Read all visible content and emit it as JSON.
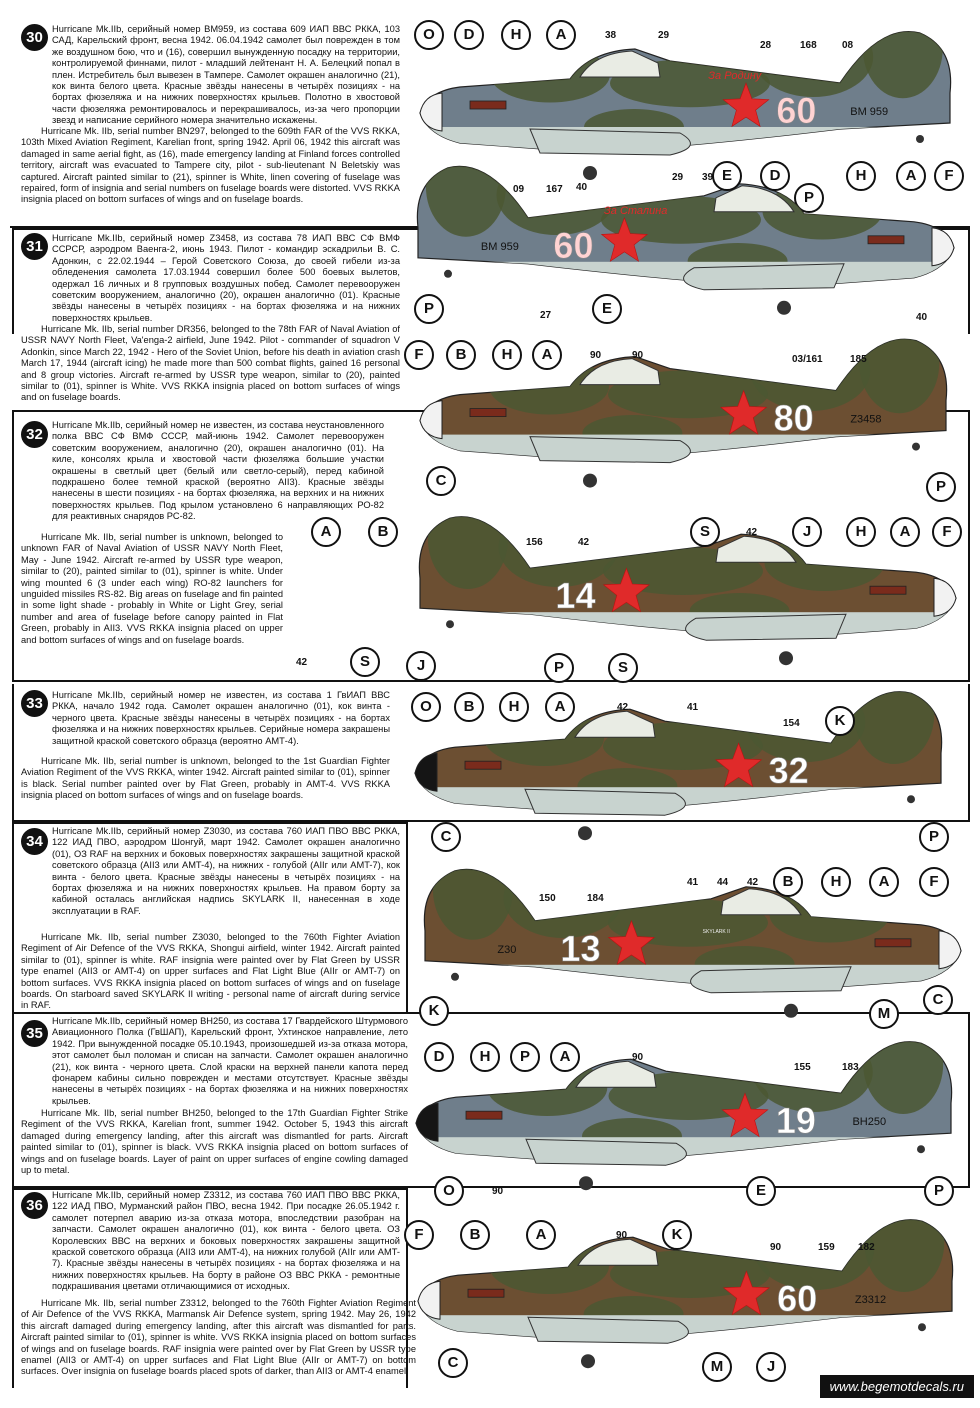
{
  "site_url": "www.begemotdecals.ru",
  "entries": [
    {
      "number": "30",
      "ru": "Hurricane Mk.IIb, серийный номер BM959, из состава 609 ИАП ВВС РККА, 103 САД, Карельский фронт, весна 1942. 06.04.1942 самолет был поврежден в том же воздушном бою, что и (16), совершил вынужденную посадку на территории, контролируемой финнами, пилот - младший лейтенант Н. А. Белецкий попал в плен. Истребитель был вывезен в Тампере. Самолет окрашен аналогично (21), кок винта белого цвета. Красные звёзды нанесены в четырёх позициях - на бортах фюзеляжа и на нижних поверхностях крыльев. Полотно в хвостовой части фюзеляжа ремонтировалось и перекрашивалось, из-за чего пропорции звезд и написание серийного номера значительно искажены.",
      "en": "Hurricane Mk. IIb, serial number BN297, belonged to the 609th FAR of the VVS RKKA, 103th Mixed Aviation Regiment, Karelian front, spring 1942. April 06, 1942 this aircraft was damaged in same aerial fight, as (16), made emergency landing at Finland forces controlled territory, aircraft was evacuated to Tampere city, pilot - sub-lieutenant N Beletskiy was captured. Aircraft painted similar to (21), spinner is White, linen covering of fuselage was repaired, form of insignia and serial numbers on fuselage boards were distorted. VVS RKKA insignia placed on bottom surfaces of wings and on fuselage boards."
    },
    {
      "number": "31",
      "ru": "Hurricane Mk.IIb, серийный номер Z3458, из состава 78 ИАП ВВС СФ ВМФ ССРСР, аэродром Ваенга-2, июнь 1943. Пилот - командир эскадрильи В. С. Адонкин, с 22.02.1944 – Герой Советского Союза, до своей гибели из-за обледенения самолета 17.03.1944 совершил более 500 боевых вылетов, одержал 16 личных и 8 групповых воздушных побед. Самолет перевооружен советским вооружением, аналогично (20), окрашен аналогично (01). Красные звёзды нанесены в четырёх позициях - на бортах фюзеляжа и на нижних поверхностях крыльев.",
      "en": "Hurricane Mk. IIb, serial number DR356, belonged to the 78th FAR of Naval Aviation of USSR NAVY North Fleet, Va'enga-2 airfield, June 1942. Pilot - commander of squadron V Adonkin, since March 22, 1942 - Hero of the Soviet Union, before his death in aviation crash March 17, 1944 (aircraft icing) he made more than 500 combat flights, gained 16 personal and 8 group victories. Aircraft re-armed by USSR type weapon, similar to (20), painted similar to (01), spinner is White. VVS RKKA insignia placed on bottom surfaces of wings and on fuselage boards."
    },
    {
      "number": "32",
      "ru": "Hurricane Mk.IIb, серийный номер не известен, из состава неустановленного полка ВВС СФ ВМФ СССР, май-июнь 1942. Самолет перевооружен советским вооружением, аналогично (20), окрашен аналогично (01). На киле, консолях крыла и хвостовой части фюзеляжа большие участки окрашены в светлый цвет (белый или светло-серый), перед кабиной подкрашено более темной краской (вероятно AII3). Красные звёзды нанесены в шести позициях - на бортах фюзеляжа, на верхних и на нижних поверхностях крыльев. Под крылом установлено 6 направляющих РО-82 для реактивных снарядов РС-82.",
      "en": "Hurricane Mk. IIb, serial number is unknown, belonged to unknown FAR of Naval Aviation of USSR NAVY North Fleet, May - June 1942. Aircraft re-armed by USSR type weapon, similar to (20), painted similar to (01), spinner is white. Under wing mounted 6 (3 under each wing) RO-82 launchers for unguided missiles RS-82. Big areas on fuselage and fin painted in some light shade - probably in White or Light Grey, serial number and area of fuselage before canopy painted in Flat Green, probably in AII3. VVS RKKA insignia placed on upper and bottom surfaces of wings and on fuselage boards."
    },
    {
      "number": "33",
      "ru": "Hurricane Mk.IIb, серийный номер не известен, из состава 1 ГвИАП ВВС РККА, начало 1942 года. Самолет окрашен аналогично (01), кок винта - черного цвета. Красные звёзды нанесены в четырёх позициях - на бортах фюзеляжа и на нижних поверхностях крыльев. Серийные номера закрашены защитной краской советского образца (вероятно АМТ-4).",
      "en": "Hurricane Mk. IIb, serial number is unknown, belonged to the 1st Guardian Fighter Aviation Regiment of the VVS RKKA, winter 1942. Aircraft painted similar to (01), spinner is black. Serial number painted over by Flat Green, probably in AMT-4. VVS RKKA insignia placed on bottom surfaces of wings and on fuselage boards."
    },
    {
      "number": "34",
      "ru": "Hurricane Mk.IIb, серийный номер Z3030, из состава 760 ИАП ПВО ВВС РККА, 122 ИАД ПВО, аэродром Шонгуй, март 1942. Самолет окрашен аналогично (01), ОЗ RAF на верхних и боковых поверхностях закрашены защитной краской советского образца (AII3 или AMT-4), на нижних - голубой (AIIг или AMT-7), кок винта - белого цвета. Красные звёзды нанесены в четырёх позициях - на бортах фюзеляжа и на нижних поверхностях крыльев. На правом борту за кабиной осталась английская надпись SKYLARK II, нанесенная в ходе эксплуатации в RAF.",
      "en": "Hurricane Mk. IIb, serial number Z3030, belonged to the 760th Fighter Aviation Regiment of Air Defence of the VVS RKKA, Shongui airfield, winter 1942. Aircraft painted similar to (01), spinner is white. RAF insignia were painted over by Flat Green by USSR type enamel (AII3 or AMT-4) on upper surfaces and Flat Light Blue (AIIr or AMT-7) on bottom surfaces. VVS RKKA insignia placed on bottom surfaces of wings and on fuselage boards. On starboard saved SKYLARK II writing - personal name of aircraft during service in RAF."
    },
    {
      "number": "35",
      "ru": "Hurricane Mk.IIb, серийный номер BH250, из состава 17 Гвардейского Штурмового Авиационного Полка (ГвШАП), Карельский фронт, Ухтинское направление, лето 1942. При вынужденной посадке 05.10.1943, произошедшей из-за отказа мотора, этот самолет был поломан и списан на запчасти. Самолет окрашен аналогично (21), кок винта - черного цвета. Слой краски на верхней панели капота перед фонарем кабины сильно поврежден и местами отсутствует. Красные звёзды нанесены в четырёх позициях - на бортах фюзеляжа и на нижних поверхностях крыльев.",
      "en": "Hurricane Mk. IIb, serial number BH250, belonged to the 17th Guardian Fighter Strike Regiment of the VVS RKKA, Karelian front, summer 1942. October 5, 1943 this aircraft damaged during emergency landing, after this aircraft was dismantled for parts. Aircraft painted similar to (01), spinner is black. VVS RKKA insignia placed on bottom surfaces of wings and on fuselage boards. Layer of paint on upper surfaces of engine cowling damaged up to metal."
    },
    {
      "number": "36",
      "ru": "Hurricane Mk.IIb, серийный номер Z3312, из состава 760 ИАП ПВО ВВС РККА, 122 ИАД ПВО, Мурманский район ПВО, весна 1942. При посадке 26.05.1942 г. самолет потерпел аварию из-за отказа мотора, впоследствии разобран на запчасти. Самолет окрашен аналогично (01), кок винта - белого цвета. ОЗ Королевских ВВС на верхних и боковых поверхностях закрашены защитной краской советского образца (AII3 или AMT-4), на нижних голубой (AIIг или AMT-7). Красные звёзды нанесены в четырёх позициях - на бортах фюзеляжа и на нижних поверхностях крыльев. На борту в районе ОЗ ВВС РККА - ремонтные подкрашивания цветами отличающимися от исходных.",
      "en": "Hurricane Mk. IIb, serial number Z3312, belonged to the 760th Fighter Aviation Regiment of Air Defence of the VVS RKKA, Marmansk Air Defence system, spring 1942. May 26, 1942 this aircraft damaged during emergency landing, after this aircraft was dismantled for parts. Aircraft painted similar to (01), spinner is white. VVS RKKA insignia placed on bottom surfaces of wings and on fuselage boards. RAF insignia were painted over by Flat Green by USSR type enamel (AII3 or AMT-4) on upper surfaces and Flat Light Blue (AIIr or AMT-7) on bottom surfaces. Over insignia on fuselage boards placed spots of darker, than AII3 or AMT-4 enamel."
    }
  ],
  "planes": [
    {
      "id": "30",
      "side_number": "60",
      "serial": "BM 959",
      "slogan": "За Родину",
      "facing": "left",
      "spinner": "#f2f2f2",
      "callouts": [
        "O",
        "D",
        "H",
        "A",
        "E",
        "P"
      ],
      "numbers": [
        "38",
        "29",
        "28",
        "168",
        "08"
      ]
    },
    {
      "id": "31",
      "side_number": "60",
      "serial": "BM 959",
      "slogan": "За Сталина",
      "facing": "right",
      "spinner": "#f2f2f2",
      "callouts": [
        "E",
        "D",
        "H",
        "A",
        "F",
        "P",
        "E",
        "P"
      ],
      "numbers": [
        "09",
        "167",
        "40",
        "29",
        "39",
        "27",
        "40"
      ]
    },
    {
      "id": "31b",
      "side_number": "80",
      "serial": "Z3458",
      "facing": "left",
      "spinner": "#f2f2f2",
      "callouts": [
        "F",
        "B",
        "H",
        "A",
        "C",
        "P"
      ],
      "numbers": [
        "90",
        "90",
        "03/161",
        "185"
      ]
    },
    {
      "id": "32",
      "side_number": "14",
      "facing": "right",
      "spinner": "#f2f2f2",
      "callouts": [
        "A",
        "B",
        "S",
        "J",
        "H",
        "A",
        "F",
        "S",
        "J",
        "P",
        "S"
      ],
      "numbers": [
        "156",
        "42",
        "42",
        "42"
      ]
    },
    {
      "id": "33",
      "side_number": "32",
      "facing": "left",
      "spinner": "#151515",
      "callouts": [
        "O",
        "B",
        "H",
        "A",
        "K",
        "C",
        "P"
      ],
      "numbers": [
        "42",
        "41",
        "154"
      ]
    },
    {
      "id": "34",
      "side_number": "13",
      "serial": "Z30",
      "name": "SKYLARK II",
      "facing": "right",
      "spinner": "#f2f2f2",
      "callouts": [
        "B",
        "H",
        "A",
        "F",
        "K",
        "M",
        "C"
      ],
      "numbers": [
        "150",
        "184",
        "41",
        "44",
        "42"
      ]
    },
    {
      "id": "35",
      "side_number": "19",
      "serial": "BH250",
      "facing": "left",
      "spinner": "#151515",
      "callouts": [
        "D",
        "H",
        "P",
        "A",
        "O",
        "E",
        "P"
      ],
      "numbers": [
        "90",
        "155",
        "183",
        "90"
      ]
    },
    {
      "id": "36",
      "side_number": "60",
      "serial": "Z3312",
      "facing": "left",
      "spinner": "#f2f2f2",
      "callouts": [
        "F",
        "B",
        "A",
        "K",
        "C",
        "M",
        "J"
      ],
      "numbers": [
        "90",
        "90",
        "159",
        "182"
      ]
    }
  ],
  "colors": {
    "green": "#4b5732",
    "brown": "#6c4f32",
    "blue_grey": "#6f7e8b",
    "light_blue": "#c8d3cf",
    "star": "#e02a2a",
    "frame": "#111111"
  }
}
